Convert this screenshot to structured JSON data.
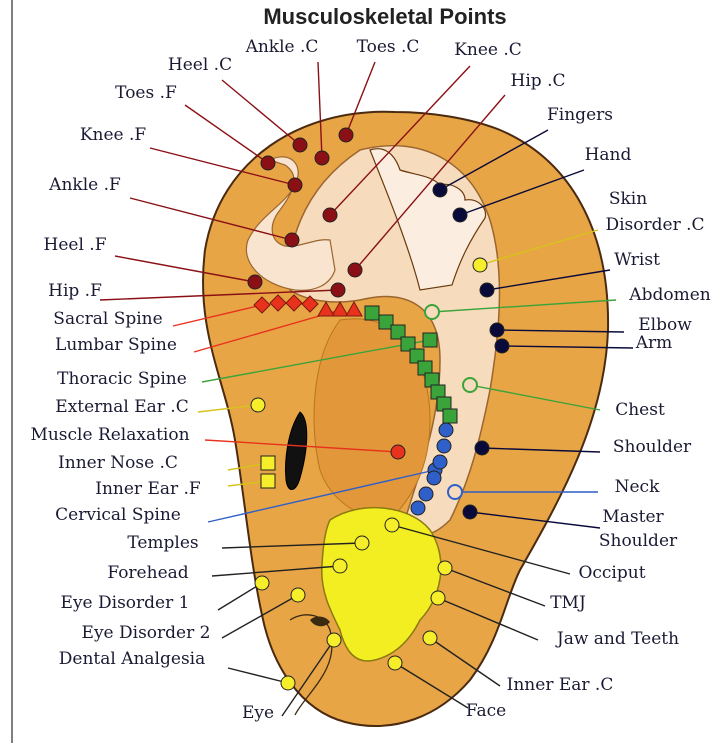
{
  "title": "Musculoskeletal Points",
  "colors": {
    "ear": "#e7a545",
    "ear_outline": "#4a2a10",
    "inner": "#f6dcbc",
    "skull": "#f3ee22",
    "red": "#8a1015",
    "navy": "#0a0a3a",
    "green": "#3aa33a",
    "blue": "#2f5fc8",
    "yellow": "#f6ee2a",
    "sacral": "#e8321e"
  },
  "labels": [
    {
      "text": "Heel .C",
      "color": "#8a1015"
    },
    {
      "text": "Ankle .C",
      "color": "#8a1015"
    },
    {
      "text": "Toes .C",
      "color": "#8a1015"
    },
    {
      "text": "Knee .C",
      "color": "#8a1015"
    },
    {
      "text": "Toes .F",
      "color": "#8a1015"
    },
    {
      "text": "Hip .C",
      "color": "#8a1015"
    },
    {
      "text": "Fingers",
      "color": "#0a0a3a"
    },
    {
      "text": "Knee .F",
      "color": "#8a1015"
    },
    {
      "text": "Hand",
      "color": "#0a0a3a"
    },
    {
      "text": "Ankle .F",
      "color": "#8a1015"
    },
    {
      "text": "Skin",
      "color": "#d8c31a"
    },
    {
      "text": "Disorder .C",
      "color": "#d8c31a"
    },
    {
      "text": "Heel .F",
      "color": "#8a1015"
    },
    {
      "text": "Wrist",
      "color": "#0a0a3a"
    },
    {
      "text": "Hip .F",
      "color": "#8a1015"
    },
    {
      "text": "Abdomen",
      "color": "#3aa33a"
    },
    {
      "text": "Sacral Spine",
      "color": "#e8321e"
    },
    {
      "text": "Elbow",
      "color": "#0a0a3a"
    },
    {
      "text": "Lumbar Spine",
      "color": "#e8321e"
    },
    {
      "text": "Thoracic Spine",
      "color": "#3aa33a"
    },
    {
      "text": "Arm",
      "color": "#0a0a3a"
    },
    {
      "text": "External Ear .C",
      "color": "#d8c31a"
    },
    {
      "text": "Chest",
      "color": "#3aa33a"
    },
    {
      "text": "Muscle Relaxation",
      "color": "#e8321e"
    },
    {
      "text": "Shoulder",
      "color": "#0a0a3a"
    },
    {
      "text": "Inner Nose .C",
      "color": "#d8c31a"
    },
    {
      "text": "Neck",
      "color": "#2f5fc8"
    },
    {
      "text": "Inner Ear .F",
      "color": "#d8c31a"
    },
    {
      "text": "Master",
      "color": "#0a0a3a"
    },
    {
      "text": "Cervical Spine",
      "color": "#2f5fc8"
    },
    {
      "text": "Shoulder",
      "color": "#0a0a3a"
    },
    {
      "text": "Temples",
      "color": "#333333"
    },
    {
      "text": "Occiput",
      "color": "#333333"
    },
    {
      "text": "Forehead",
      "color": "#333333"
    },
    {
      "text": "Eye Disorder 1",
      "color": "#333333"
    },
    {
      "text": "TMJ",
      "color": "#333333"
    },
    {
      "text": "Eye Disorder 2",
      "color": "#333333"
    },
    {
      "text": "Jaw and Teeth",
      "color": "#333333"
    },
    {
      "text": "Dental Analgesia",
      "color": "#333333"
    },
    {
      "text": "Inner Ear .C",
      "color": "#333333"
    },
    {
      "text": "Face",
      "color": "#333333"
    },
    {
      "text": "Eye",
      "color": "#333333"
    }
  ]
}
